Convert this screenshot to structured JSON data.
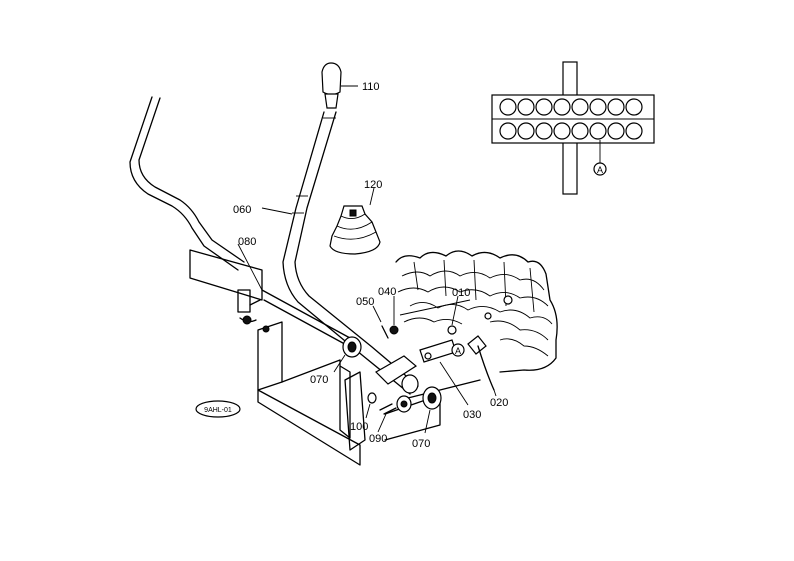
{
  "part_labels": {
    "p110": "110",
    "p120": "120",
    "p060": "060",
    "p080": "080",
    "p050": "050",
    "p040": "040",
    "p010": "010",
    "p070_left": "070",
    "p070_right": "070",
    "p100": "100",
    "p090": "090",
    "p030": "030",
    "p020": "020"
  },
  "detail_marker": "A",
  "stamp_text": "9AHL-01"
}
